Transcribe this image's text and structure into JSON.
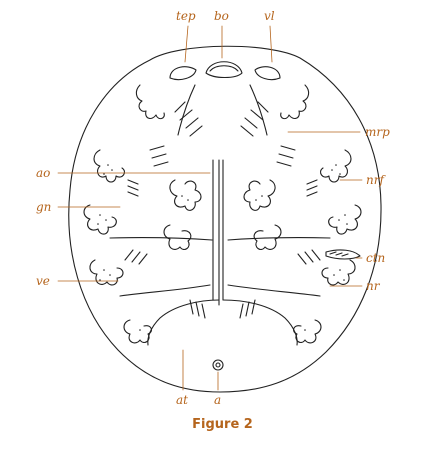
{
  "figure": {
    "caption": "Figure 2",
    "accent_color": "#b5651d",
    "line_color": "#222222",
    "labels": {
      "tep": "tep",
      "bo": "bo",
      "vl": "vl",
      "mrp": "mrp",
      "ao": "ao",
      "nrf": "nrf",
      "gn": "gn",
      "ctn": "ctn",
      "ve": "ve",
      "nr": "nr",
      "at": "at",
      "a": "a"
    }
  }
}
